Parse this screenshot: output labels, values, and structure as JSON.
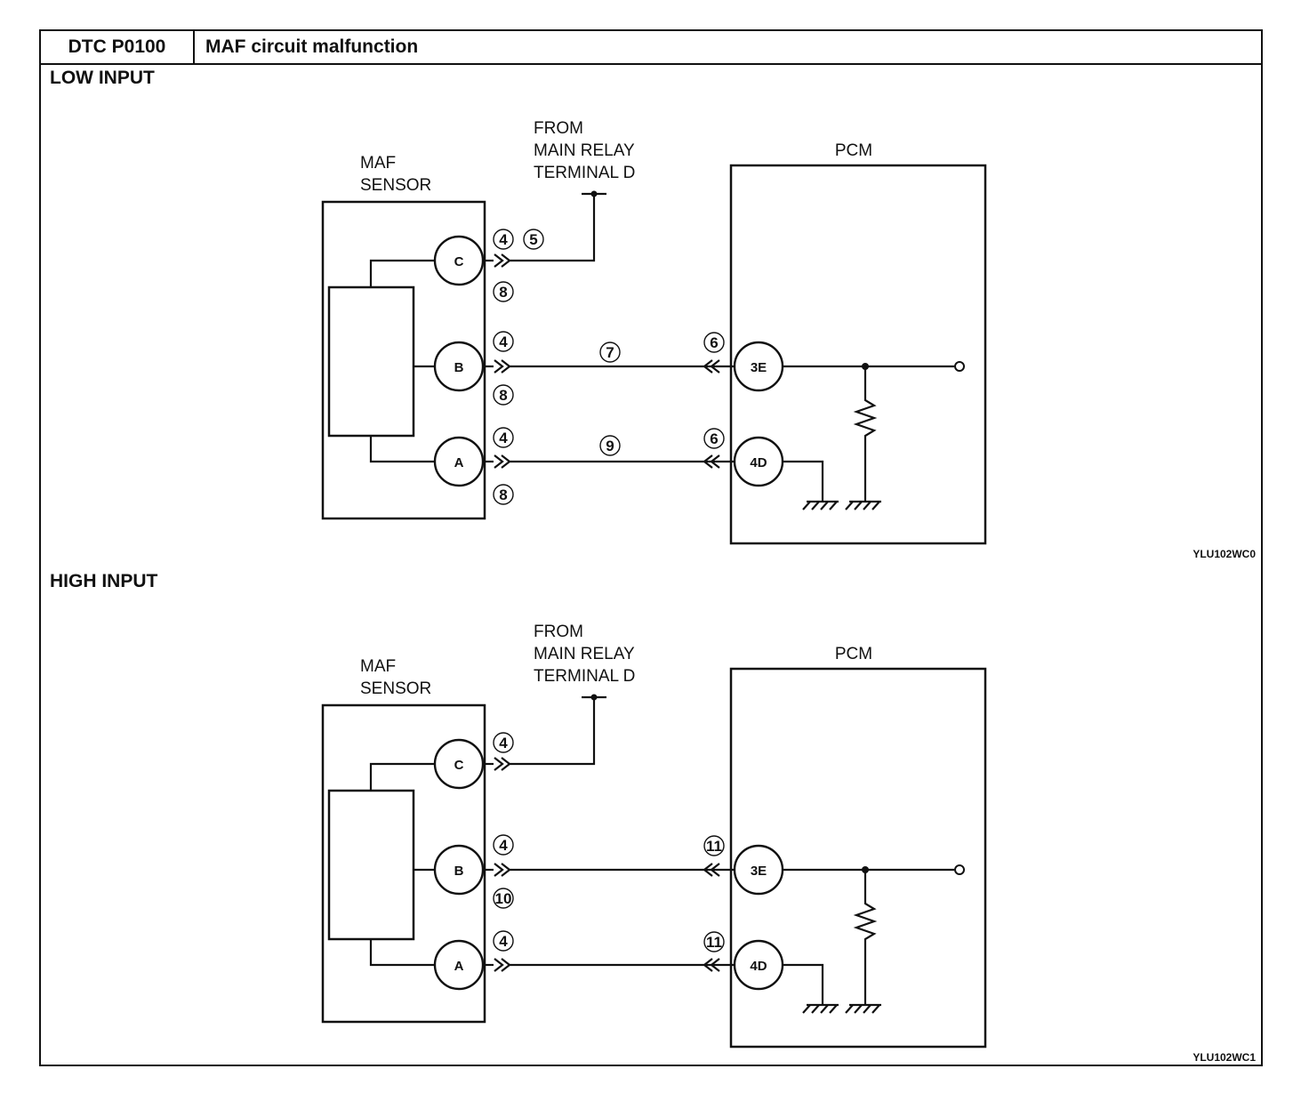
{
  "header": {
    "code": "DTC P0100",
    "title": "MAF circuit malfunction"
  },
  "sections": [
    {
      "title": "LOW INPUT",
      "ref": "YLU102WC0",
      "sensor_label": [
        "MAF",
        "SENSOR"
      ],
      "relay_label": [
        "FROM",
        "MAIN RELAY",
        "TERMINAL D"
      ],
      "pcm_label": "PCM",
      "sensor_pins": [
        "C",
        "B",
        "A"
      ],
      "pcm_pins": [
        "3E",
        "4D"
      ],
      "markers": {
        "c_top": [
          "4",
          "5"
        ],
        "c_bottom": [
          "8"
        ],
        "b_top": [
          "4"
        ],
        "b_bottom": [
          "8"
        ],
        "b_mid": [
          "7"
        ],
        "b_pcm": [
          "6"
        ],
        "a_top": [
          "4"
        ],
        "a_bottom": [
          "8"
        ],
        "a_mid": [
          "9"
        ],
        "a_pcm": [
          "6"
        ]
      }
    },
    {
      "title": "HIGH INPUT",
      "ref": "YLU102WC1",
      "sensor_label": [
        "MAF",
        "SENSOR"
      ],
      "relay_label": [
        "FROM",
        "MAIN RELAY",
        "TERMINAL D"
      ],
      "pcm_label": "PCM",
      "sensor_pins": [
        "C",
        "B",
        "A"
      ],
      "pcm_pins": [
        "3E",
        "4D"
      ],
      "markers": {
        "c_top": [
          "4"
        ],
        "c_bottom": [],
        "b_top": [
          "4"
        ],
        "b_bottom": [
          "10"
        ],
        "b_mid": [],
        "b_pcm": [
          "11"
        ],
        "a_top": [
          "4"
        ],
        "a_bottom": [],
        "a_mid": [],
        "a_pcm": [
          "11"
        ]
      }
    }
  ]
}
